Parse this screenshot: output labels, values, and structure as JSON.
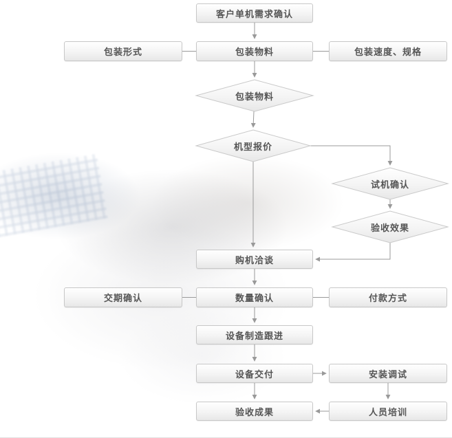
{
  "flowchart": {
    "nodes": {
      "customer_confirm": {
        "label": "客户单机需求确认",
        "shape": "rect"
      },
      "packaging_form": {
        "label": "包装形式",
        "shape": "rect"
      },
      "packaging_material": {
        "label": "包装物料",
        "shape": "rect"
      },
      "packaging_speed": {
        "label": "包装速度、规格",
        "shape": "rect"
      },
      "packaging_material_d": {
        "label": "包装物料",
        "shape": "diamond"
      },
      "model_quote": {
        "label": "机型报价",
        "shape": "diamond"
      },
      "trial_confirm": {
        "label": "试机确认",
        "shape": "diamond"
      },
      "acceptance_effect": {
        "label": "验收效果",
        "shape": "diamond"
      },
      "purchase_negotiation": {
        "label": "购机洽谈",
        "shape": "rect"
      },
      "delivery_confirm": {
        "label": "交期确认",
        "shape": "rect"
      },
      "quantity_confirm": {
        "label": "数量确认",
        "shape": "rect"
      },
      "payment_method": {
        "label": "付款方式",
        "shape": "rect"
      },
      "manufacturing_followup": {
        "label": "设备制造跟进",
        "shape": "rect"
      },
      "equipment_delivery": {
        "label": "设备交付",
        "shape": "rect"
      },
      "installation_debug": {
        "label": "安装调试",
        "shape": "rect"
      },
      "acceptance_result": {
        "label": "验收成果",
        "shape": "rect"
      },
      "personnel_training": {
        "label": "人员培训",
        "shape": "rect"
      }
    },
    "colors": {
      "node_border": "#c7c7c7",
      "node_fill_top": "#ffffff",
      "node_fill_bottom": "#e7e7e7",
      "connector": "#999999",
      "text": "#555555"
    }
  }
}
